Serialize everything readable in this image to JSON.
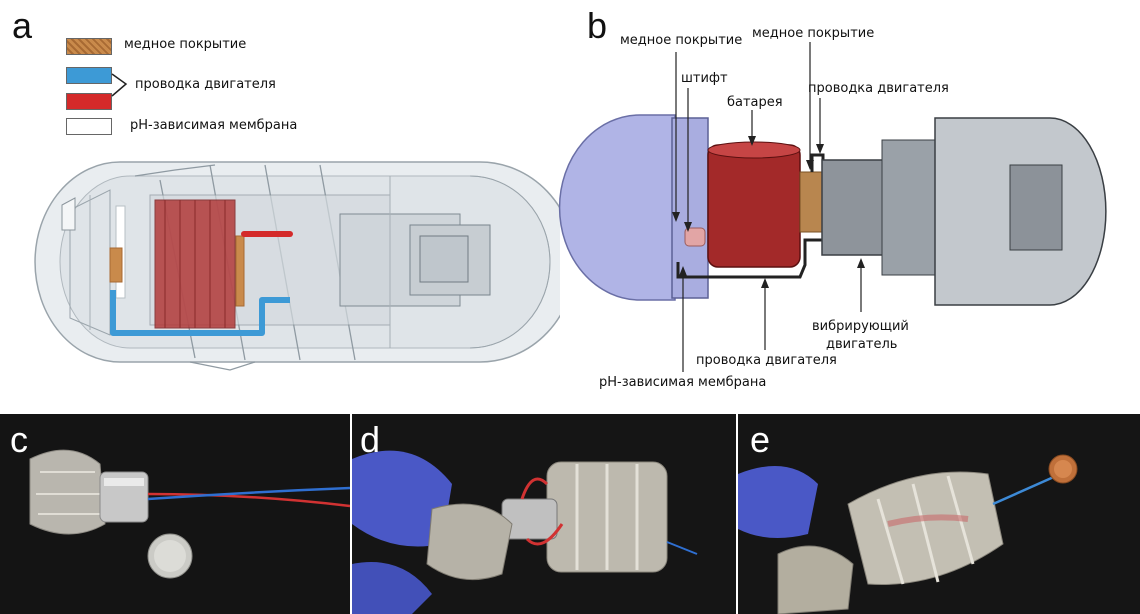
{
  "panels": {
    "a": "a",
    "b": "b",
    "c": "c",
    "d": "d",
    "e": "e"
  },
  "legend": {
    "copper": "медное покрытие",
    "wires": "проводка двигателя",
    "membrane": "pH-зависимая мембрана",
    "colors": {
      "copper": "#c98a4b",
      "wire_blue": "#3d9ad6",
      "wire_red": "#d42a2a",
      "membrane": "#ffffff"
    }
  },
  "diagram_b": {
    "copper_left": "медное покрытие",
    "copper_right": "медное покрытие",
    "pin": "штифт",
    "battery": "батарея",
    "motor_wires_top": "проводка двигателя",
    "vibrating_motor_line1": "вибрирующий",
    "vibrating_motor_line2": "двигатель",
    "motor_wires_bottom": "проводка двигателя",
    "membrane": "pH-зависимая мембрана"
  }
}
